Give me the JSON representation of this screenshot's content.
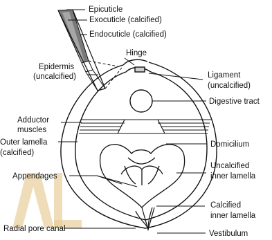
{
  "labels": {
    "epicuticle": "Epicuticle",
    "exocuticle": "Exocuticle (calcified)",
    "endocuticle": "Endocuticle (calcified)",
    "hinge": "Hinge",
    "epidermis_1": "Epidermis",
    "epidermis_2": "(uncalcified)",
    "ligament_1": "Ligament",
    "ligament_2": "(uncalcified)",
    "digestive": "Digestive tract",
    "adductor_1": "Adductor",
    "adductor_2": "muscles",
    "outer_1": "Outer lamella",
    "outer_2": "(calcified)",
    "domicilium": "Domicilium",
    "appendages": "Appendages",
    "uncalc_1": "Uncalcified",
    "uncalc_2": "inner lamella",
    "calc_1": "Calcified",
    "calc_2": "inner lamella",
    "radial": "Radial pore canal",
    "vestibulum": "Vestibulum"
  },
  "colors": {
    "line": "#111111",
    "cuticle_dark": "#7a7a7a",
    "cuticle_mid": "#a6a6a6",
    "cuticle_light": "#d4d4d4",
    "watermark": "#e7cf9a"
  }
}
